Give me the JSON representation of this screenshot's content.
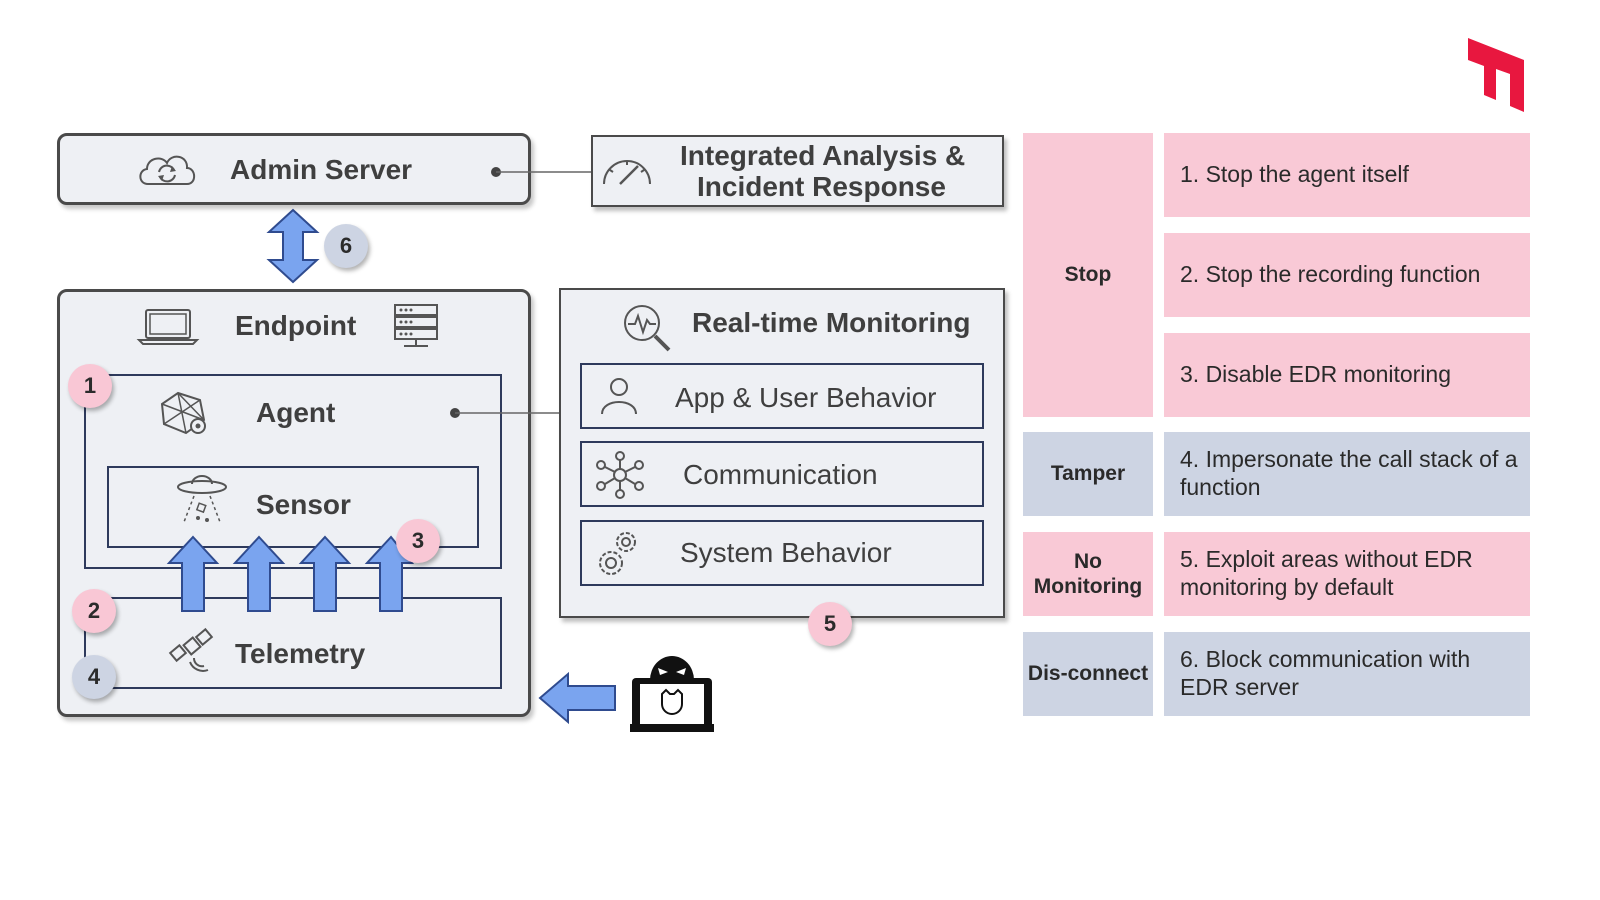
{
  "diagram": {
    "admin_server": {
      "label": "Admin Server",
      "icon": "cloud-sync-icon"
    },
    "integrated": {
      "line1": "Integrated Analysis &",
      "line2": "Incident Response",
      "icon": "gauge-icon"
    },
    "endpoint": {
      "label": "Endpoint",
      "icons": [
        "laptop-icon",
        "server-rack-icon"
      ]
    },
    "agent": {
      "label": "Agent",
      "icon": "network-node-icon"
    },
    "sensor": {
      "label": "Sensor",
      "icon": "ufo-sensor-icon"
    },
    "telemetry": {
      "label": "Telemetry",
      "icon": "satellite-icon"
    },
    "monitoring": {
      "title": "Real-time Monitoring",
      "icon": "pulse-search-icon",
      "items": [
        {
          "label": "App & User Behavior",
          "icon": "user-icon"
        },
        {
          "label": "Communication",
          "icon": "hub-icon"
        },
        {
          "label": "System Behavior",
          "icon": "gears-icon"
        }
      ]
    },
    "badges": [
      "1",
      "2",
      "3",
      "4",
      "5",
      "6"
    ],
    "attacker_icon": "hacker-icon"
  },
  "table": {
    "rows": [
      {
        "category": "Stop",
        "color": "#f9c9d6",
        "items": [
          "1. Stop the agent itself",
          "2. Stop the recording function",
          "3. Disable EDR monitoring"
        ]
      },
      {
        "category": "Tamper",
        "color": "#cdd4e3",
        "items": [
          "4. Impersonate the call stack of a function"
        ]
      },
      {
        "category_line1": "No",
        "category_line2": "Monitoring",
        "color": "#f9c9d6",
        "items": [
          "5. Exploit areas without EDR monitoring by default"
        ]
      },
      {
        "category": "Dis-connect",
        "color": "#cdd4e3",
        "items": [
          "6. Block communication with EDR server"
        ]
      }
    ]
  },
  "colors": {
    "accent_red": "#e8173f",
    "pink": "#f9c9d6",
    "blue": "#cdd4e3",
    "arrow_blue": "#7aa4ef"
  }
}
